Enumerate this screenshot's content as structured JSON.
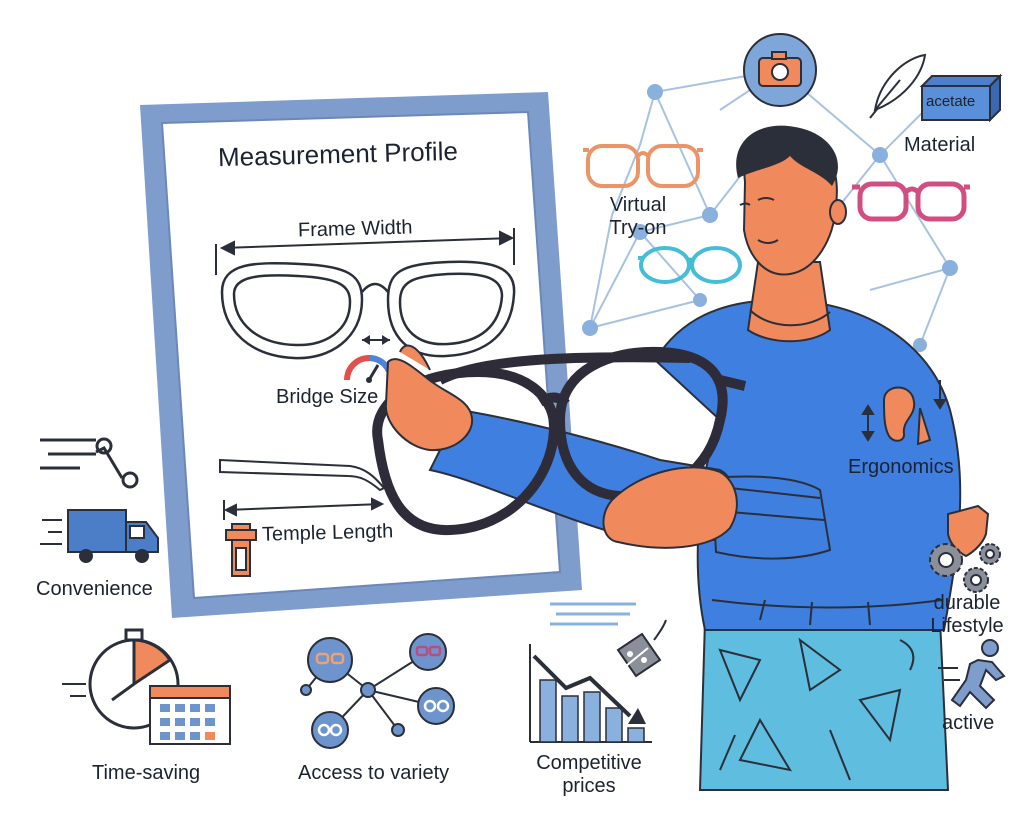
{
  "profile": {
    "title": "Measurement Profile",
    "frame_width": "Frame Width",
    "bridge_size": "Bridge Size",
    "temple_length": "Temple Length"
  },
  "network": {
    "virtual_try_on": [
      "Virtual",
      "Try-on"
    ],
    "material": "Material",
    "acetate": "acetate"
  },
  "person": {
    "ergonomics": "Ergonomics"
  },
  "benefits": {
    "convenience": "Convenience",
    "time_saving": "Time-saving",
    "access_to_variety": "Access to variety",
    "competitive_prices": [
      "Competitive",
      "prices"
    ],
    "durable_lifestyle": [
      "durable",
      "Lifestyle"
    ],
    "active": "active"
  },
  "colors": {
    "ink": "#2b2f3a",
    "board_frame": "#7e9ccc",
    "blue": "#3f7fe0",
    "skin": "#f08a5d",
    "node": "#8ab0dd",
    "shorts": "#5fbde0"
  }
}
